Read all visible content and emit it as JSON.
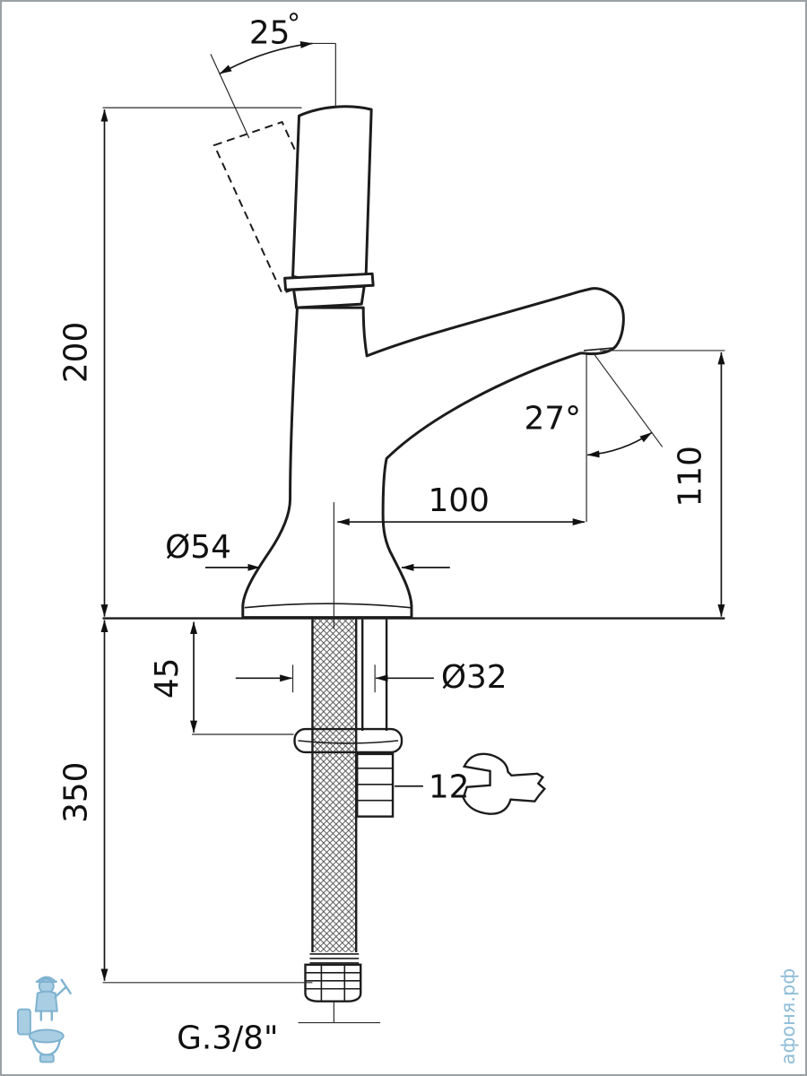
{
  "page": {
    "background": "#ffffff",
    "border_color": "#9aa0a4"
  },
  "drawing": {
    "type": "technical-dimension-drawing",
    "line_color": "#1c1c1c"
  },
  "labels": {
    "handle_angle_value": "25",
    "handle_angle_degree": "°",
    "overall_height": "200",
    "spout_angle": "27°",
    "spout_outlet_height": "110",
    "spout_reach": "100",
    "base_diameter": "Ø54",
    "shank_length": "45",
    "mount_hole_diameter": "Ø32",
    "hose_length": "350",
    "nut_size": "12",
    "thread_spec": "G.3/8\""
  },
  "watermark": {
    "text": "афоня.рф",
    "color": "#8fbdd8"
  },
  "logo": {
    "name": "plumber-with-toilet",
    "color": "#7fb2d0"
  }
}
